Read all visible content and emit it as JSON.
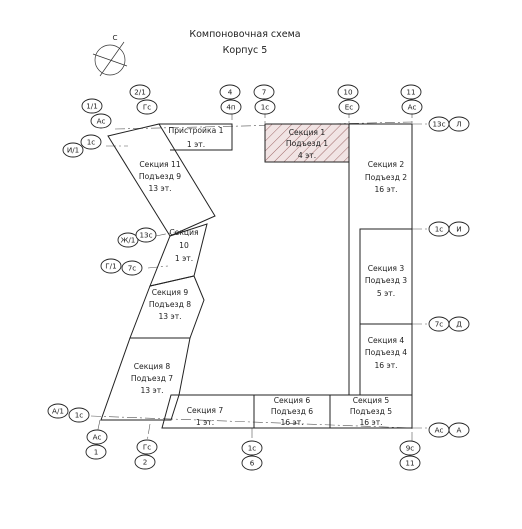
{
  "title": {
    "line1": "Компоновочная  схема",
    "line2": "Корпус  5"
  },
  "north_label": "С",
  "sections": [
    {
      "id": "pristroika",
      "lines": [
        "Пристройка  1",
        "1  эт."
      ]
    },
    {
      "id": "s1",
      "lines": [
        "Секция  1",
        "Подъезд  1",
        "4  эт."
      ]
    },
    {
      "id": "s2",
      "lines": [
        "Секция  2",
        "Подъезд  2",
        "16  эт."
      ]
    },
    {
      "id": "s3",
      "lines": [
        "Секция  3",
        "Подъезд  3",
        "5  эт."
      ]
    },
    {
      "id": "s4",
      "lines": [
        "Секция  4",
        "Подъезд  4",
        "16  эт."
      ]
    },
    {
      "id": "s5",
      "lines": [
        "Секция  5",
        "Подъезд  5",
        "16  эт."
      ]
    },
    {
      "id": "s6",
      "lines": [
        "Секция  6",
        "Подъезд  6",
        "16  эт."
      ]
    },
    {
      "id": "s7",
      "lines": [
        "Секция  7",
        "1  эт."
      ]
    },
    {
      "id": "s8",
      "lines": [
        "Секция  8",
        "Подъезд  7",
        "13  эт."
      ]
    },
    {
      "id": "s9",
      "lines": [
        "Секция  9",
        "Подъезд  8",
        "13  эт."
      ]
    },
    {
      "id": "s10",
      "lines": [
        "Секция",
        "10",
        "1  эт."
      ]
    },
    {
      "id": "s11",
      "lines": [
        "Секция  11",
        "Подъезд  9",
        "13  эт."
      ]
    }
  ],
  "axes": [
    {
      "id": "a-1-1",
      "label": "1/1"
    },
    {
      "id": "a-ac-tl",
      "label": "Ас"
    },
    {
      "id": "a-i-1",
      "label": "И/1"
    },
    {
      "id": "a-1c-tl",
      "label": "1с"
    },
    {
      "id": "a-2-1",
      "label": "2/1"
    },
    {
      "id": "a-gc-t",
      "label": "Гс"
    },
    {
      "id": "a-4",
      "label": "4"
    },
    {
      "id": "a-4n",
      "label": "4п"
    },
    {
      "id": "a-7",
      "label": "7"
    },
    {
      "id": "a-1c-t",
      "label": "1с"
    },
    {
      "id": "a-10",
      "label": "10"
    },
    {
      "id": "a-ec",
      "label": "Ес"
    },
    {
      "id": "a-11-t",
      "label": "11"
    },
    {
      "id": "a-ac-t",
      "label": "Ас"
    },
    {
      "id": "a-13c",
      "label": "13с"
    },
    {
      "id": "a-l",
      "label": "Л"
    },
    {
      "id": "a-1c-r",
      "label": "1с"
    },
    {
      "id": "a-i-r",
      "label": "И"
    },
    {
      "id": "a-7c-r",
      "label": "7с"
    },
    {
      "id": "a-d",
      "label": "Д"
    },
    {
      "id": "a-ac-r",
      "label": "Ас"
    },
    {
      "id": "a-a-r",
      "label": "А"
    },
    {
      "id": "a-9c",
      "label": "9с"
    },
    {
      "id": "a-11-b",
      "label": "11"
    },
    {
      "id": "a-1c-b",
      "label": "1с"
    },
    {
      "id": "a-6",
      "label": "6"
    },
    {
      "id": "a-gc-b",
      "label": "Гс"
    },
    {
      "id": "a-2",
      "label": "2"
    },
    {
      "id": "a-ac-b",
      "label": "Ас"
    },
    {
      "id": "a-1",
      "label": "1"
    },
    {
      "id": "a-a-1",
      "label": "А/1"
    },
    {
      "id": "a-1c-bl",
      "label": "1с"
    },
    {
      "id": "a-g-1",
      "label": "Г/1"
    },
    {
      "id": "a-7c-l",
      "label": "7с"
    },
    {
      "id": "a-zh-1",
      "label": "Ж/1"
    },
    {
      "id": "a-13c-l",
      "label": "13с"
    }
  ],
  "colors": {
    "line": "#222222",
    "hatch_fill": "#f1e4e4",
    "hatch_line": "#8a4a4a"
  }
}
